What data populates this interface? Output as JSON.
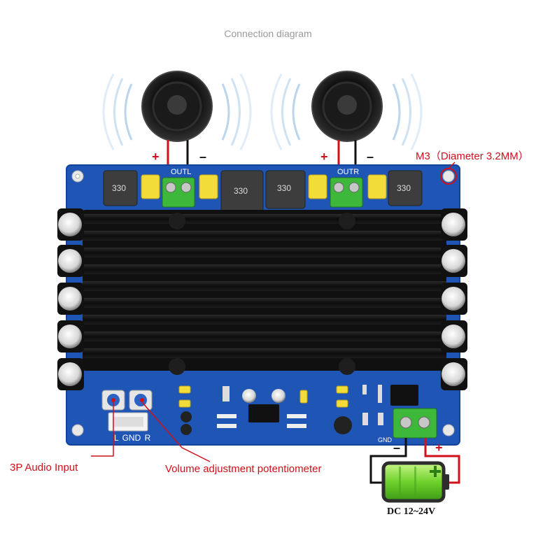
{
  "title": "Connection diagram",
  "speakers": {
    "left": {
      "plus": "+",
      "minus": "–",
      "terminal_label": "OUTL"
    },
    "right": {
      "plus": "+",
      "minus": "–",
      "terminal_label": "OUTR"
    }
  },
  "callouts": {
    "mount_hole": "M3（Diameter 3.2MM）",
    "audio_input": "3P Audio Input",
    "volume": "Volume adjustment potentiometer"
  },
  "input_connector": {
    "pins": "L GND R"
  },
  "inductor_marking": "330",
  "power": {
    "gnd_label": "GND",
    "minus": "–",
    "plus": "+",
    "voltage": "DC 12~24V"
  },
  "colors": {
    "board": "#1f56b5",
    "heatsink": "#141414",
    "terminal": "#3db83a",
    "wire_red": "#d0101a",
    "battery": "#7be23a"
  }
}
